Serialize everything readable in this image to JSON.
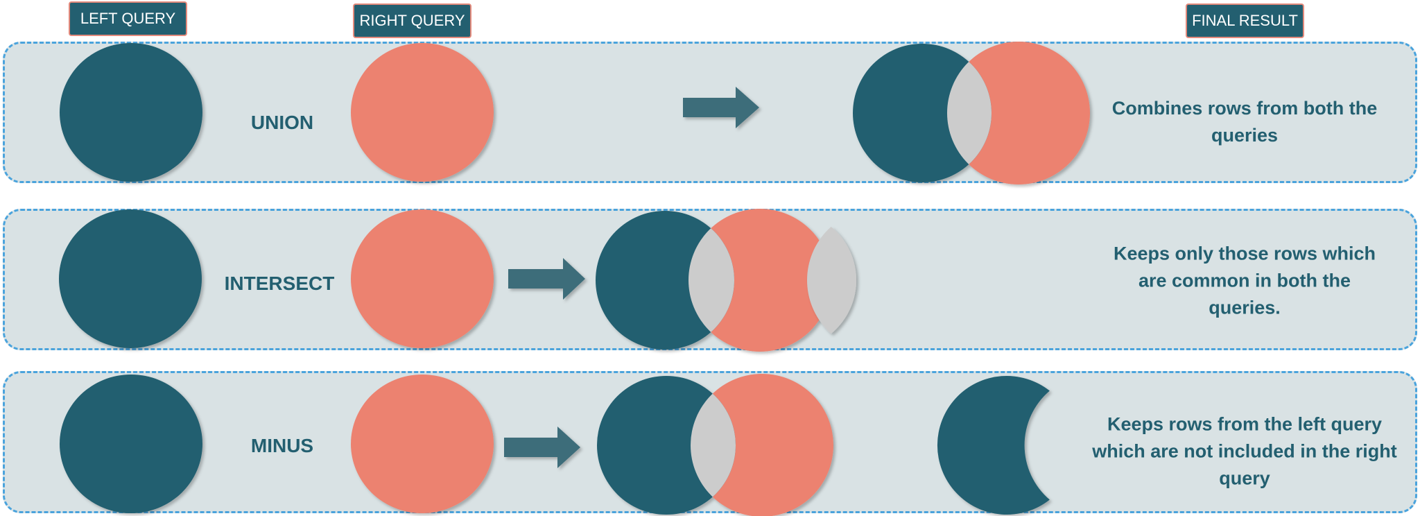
{
  "headers": {
    "left": "LEFT QUERY",
    "right": "RIGHT QUERY",
    "final": "FINAL RESULT"
  },
  "rows": [
    {
      "operation": "UNION",
      "description": "Combines rows from both the queries"
    },
    {
      "operation": "INTERSECT",
      "description": "Keeps only those rows which are common in both the queries."
    },
    {
      "operation": "MINUS",
      "description": "Keeps rows from the left query which are not included in the right query"
    }
  ],
  "colors": {
    "left_query": "#235f70",
    "right_query": "#ec8270",
    "overlap": "#cccccc",
    "panel": "#d9e2e4",
    "panel_border": "#4aa3dc",
    "arrow": "#3e6d7a",
    "text": "#235f70"
  }
}
